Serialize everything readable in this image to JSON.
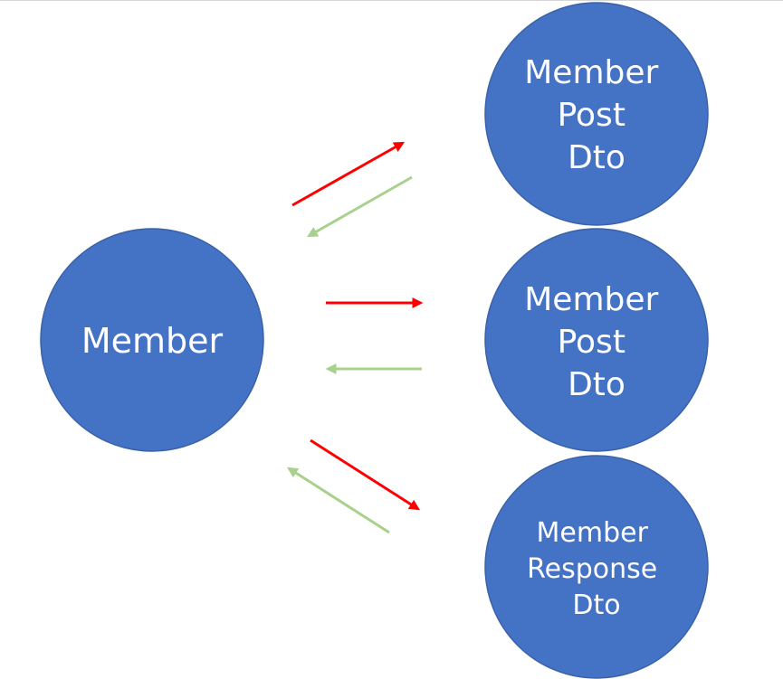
{
  "diagram": {
    "colors": {
      "node_fill": "#4472c4",
      "node_stroke": "#3a62a8",
      "request_arrow": "#ff0000",
      "response_arrow": "#a9d18e",
      "label": "#ffffff"
    },
    "nodes": {
      "member": {
        "lines": [
          "Member"
        ]
      },
      "post_dto_1": {
        "lines": [
          "Member",
          "Post",
          "Dto"
        ]
      },
      "post_dto_2": {
        "lines": [
          "Member",
          "Post",
          "Dto"
        ]
      },
      "response_dto": {
        "lines": [
          "Member",
          "Response",
          "Dto"
        ]
      }
    },
    "edges": [
      {
        "from": "member",
        "to": "post_dto_1",
        "kind": "request"
      },
      {
        "from": "post_dto_1",
        "to": "member",
        "kind": "response"
      },
      {
        "from": "member",
        "to": "post_dto_2",
        "kind": "request"
      },
      {
        "from": "post_dto_2",
        "to": "member",
        "kind": "response"
      },
      {
        "from": "member",
        "to": "response_dto",
        "kind": "request"
      },
      {
        "from": "response_dto",
        "to": "member",
        "kind": "response"
      }
    ]
  }
}
